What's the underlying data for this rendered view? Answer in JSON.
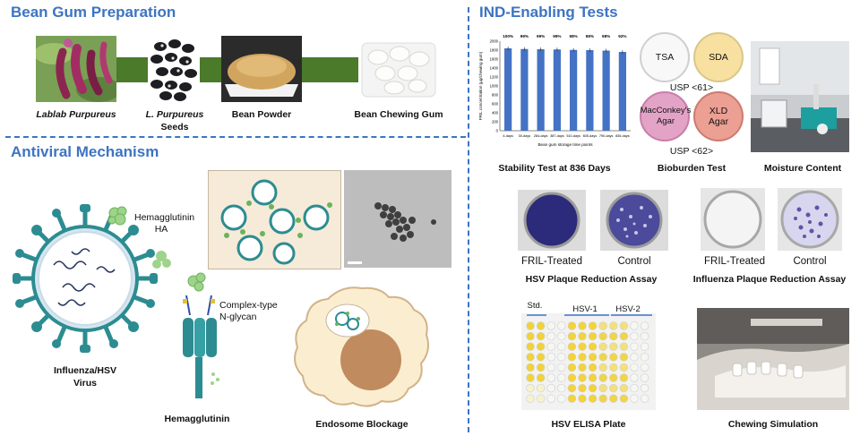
{
  "sections": {
    "prep_title": "Bean Gum Preparation",
    "ind_title": "IND-Enabling Tests",
    "mech_title": "Antiviral Mechanism"
  },
  "prep": {
    "steps": [
      {
        "label": "Lablab Purpureus"
      },
      {
        "label": "L. Purpureus",
        "label2": "Seeds"
      },
      {
        "label": "Bean Powder"
      },
      {
        "label": "Bean Chewing Gum"
      }
    ]
  },
  "mechanism": {
    "ha_label": "Hemagglutinin",
    "ha_label2": "HA",
    "virus_label": "Influenza/HSV",
    "virus_label2": "Virus",
    "glycan_label": "Complex-type",
    "glycan_label2": "N-glycan",
    "hemagglutinin_label": "Hemagglutinin",
    "endosome_label": "Endosome Blockage"
  },
  "tests": {
    "stability_caption": "Stability Test at 836 Days",
    "bioburden_caption": "Bioburden Test",
    "moisture_caption": "Moisture Content",
    "plates": {
      "tsa": "TSA",
      "sda": "SDA",
      "usp61": "USP <61>",
      "mac": "MacConkey's",
      "mac2": "Agar",
      "xld": "XLD",
      "xld2": "Agar",
      "usp62": "USP <62>"
    },
    "hsv_assay": {
      "treated": "FRIL-Treated",
      "control": "Control",
      "caption": "HSV Plaque Reduction Assay"
    },
    "flu_assay": {
      "treated": "FRIL-Treated",
      "control": "Control",
      "caption": "Influenza Plaque Reduction Assay"
    },
    "elisa": {
      "std": "Std.",
      "hsv1": "HSV-1",
      "hsv2": "HSV-2",
      "caption": "HSV ELISA Plate"
    },
    "chewing_caption": "Chewing Simulation"
  },
  "chart_data": {
    "type": "bar",
    "categories": [
      "4-days",
      "30-days",
      "284-days",
      "387-days",
      "510-days",
      "605-days",
      "790-days",
      "836-days"
    ],
    "values": [
      1840,
      1825,
      1820,
      1815,
      1805,
      1800,
      1790,
      1760
    ],
    "value_labels": [
      "100%",
      "99%",
      "99%",
      "99%",
      "98%",
      "98%",
      "98%",
      "92%"
    ],
    "ylim": [
      0,
      2000
    ],
    "yticks": [
      "0",
      "200",
      "400",
      "600",
      "800",
      "1000",
      "1200",
      "1400",
      "1600",
      "1800",
      "2000"
    ],
    "ylabel": "FRIL concentration (µg/chewing gum)",
    "xlabel": "Bean gum storage time points",
    "color": "#4472c4"
  }
}
